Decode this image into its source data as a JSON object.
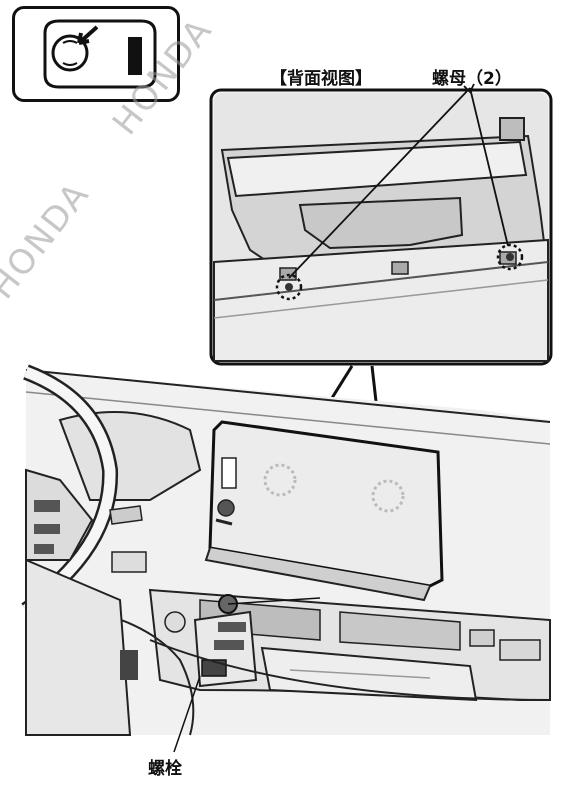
{
  "labels": {
    "back_view": "【背面视图】",
    "nuts": "螺母（2）",
    "bolt": "螺栓"
  },
  "watermark": "HONDA",
  "icons": {
    "locator": "vehicle-top-view-icon",
    "detail": "nut-location-circle-icon"
  },
  "colors": {
    "line": "#111111",
    "panel": "#ececec",
    "shade": "#d6d6d6",
    "dark": "#555555"
  }
}
